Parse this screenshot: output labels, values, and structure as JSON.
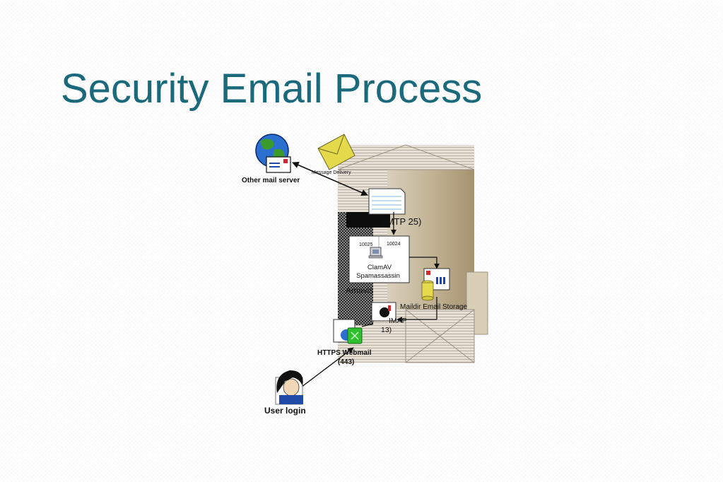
{
  "slide": {
    "title": "Security Email Process"
  },
  "diagram": {
    "labels": {
      "other_mail_server": "Other mail server",
      "message_delivery": "Message Delivery",
      "smtp": "SMTP 25)",
      "port_10025": "10025",
      "port_10024": "10024",
      "clamav": "ClamAV",
      "spamassassin": "Spamassassin",
      "amavis": "Amavis",
      "maildir": "Maildir Email Storage",
      "imap": "IMAP",
      "imap_port": "13)",
      "webmail": "HTTPS Webmail",
      "webmail_port": "(443)",
      "user_login": "User login"
    },
    "colors": {
      "title": "#1a6a7c",
      "building_wall": "#c9bda5",
      "building_shade": "#a89878",
      "envelope": "#e4d94a",
      "globe": "#2b6fd1",
      "globe_land": "#3a9a2a",
      "lock_green": "#2ec02e"
    }
  }
}
